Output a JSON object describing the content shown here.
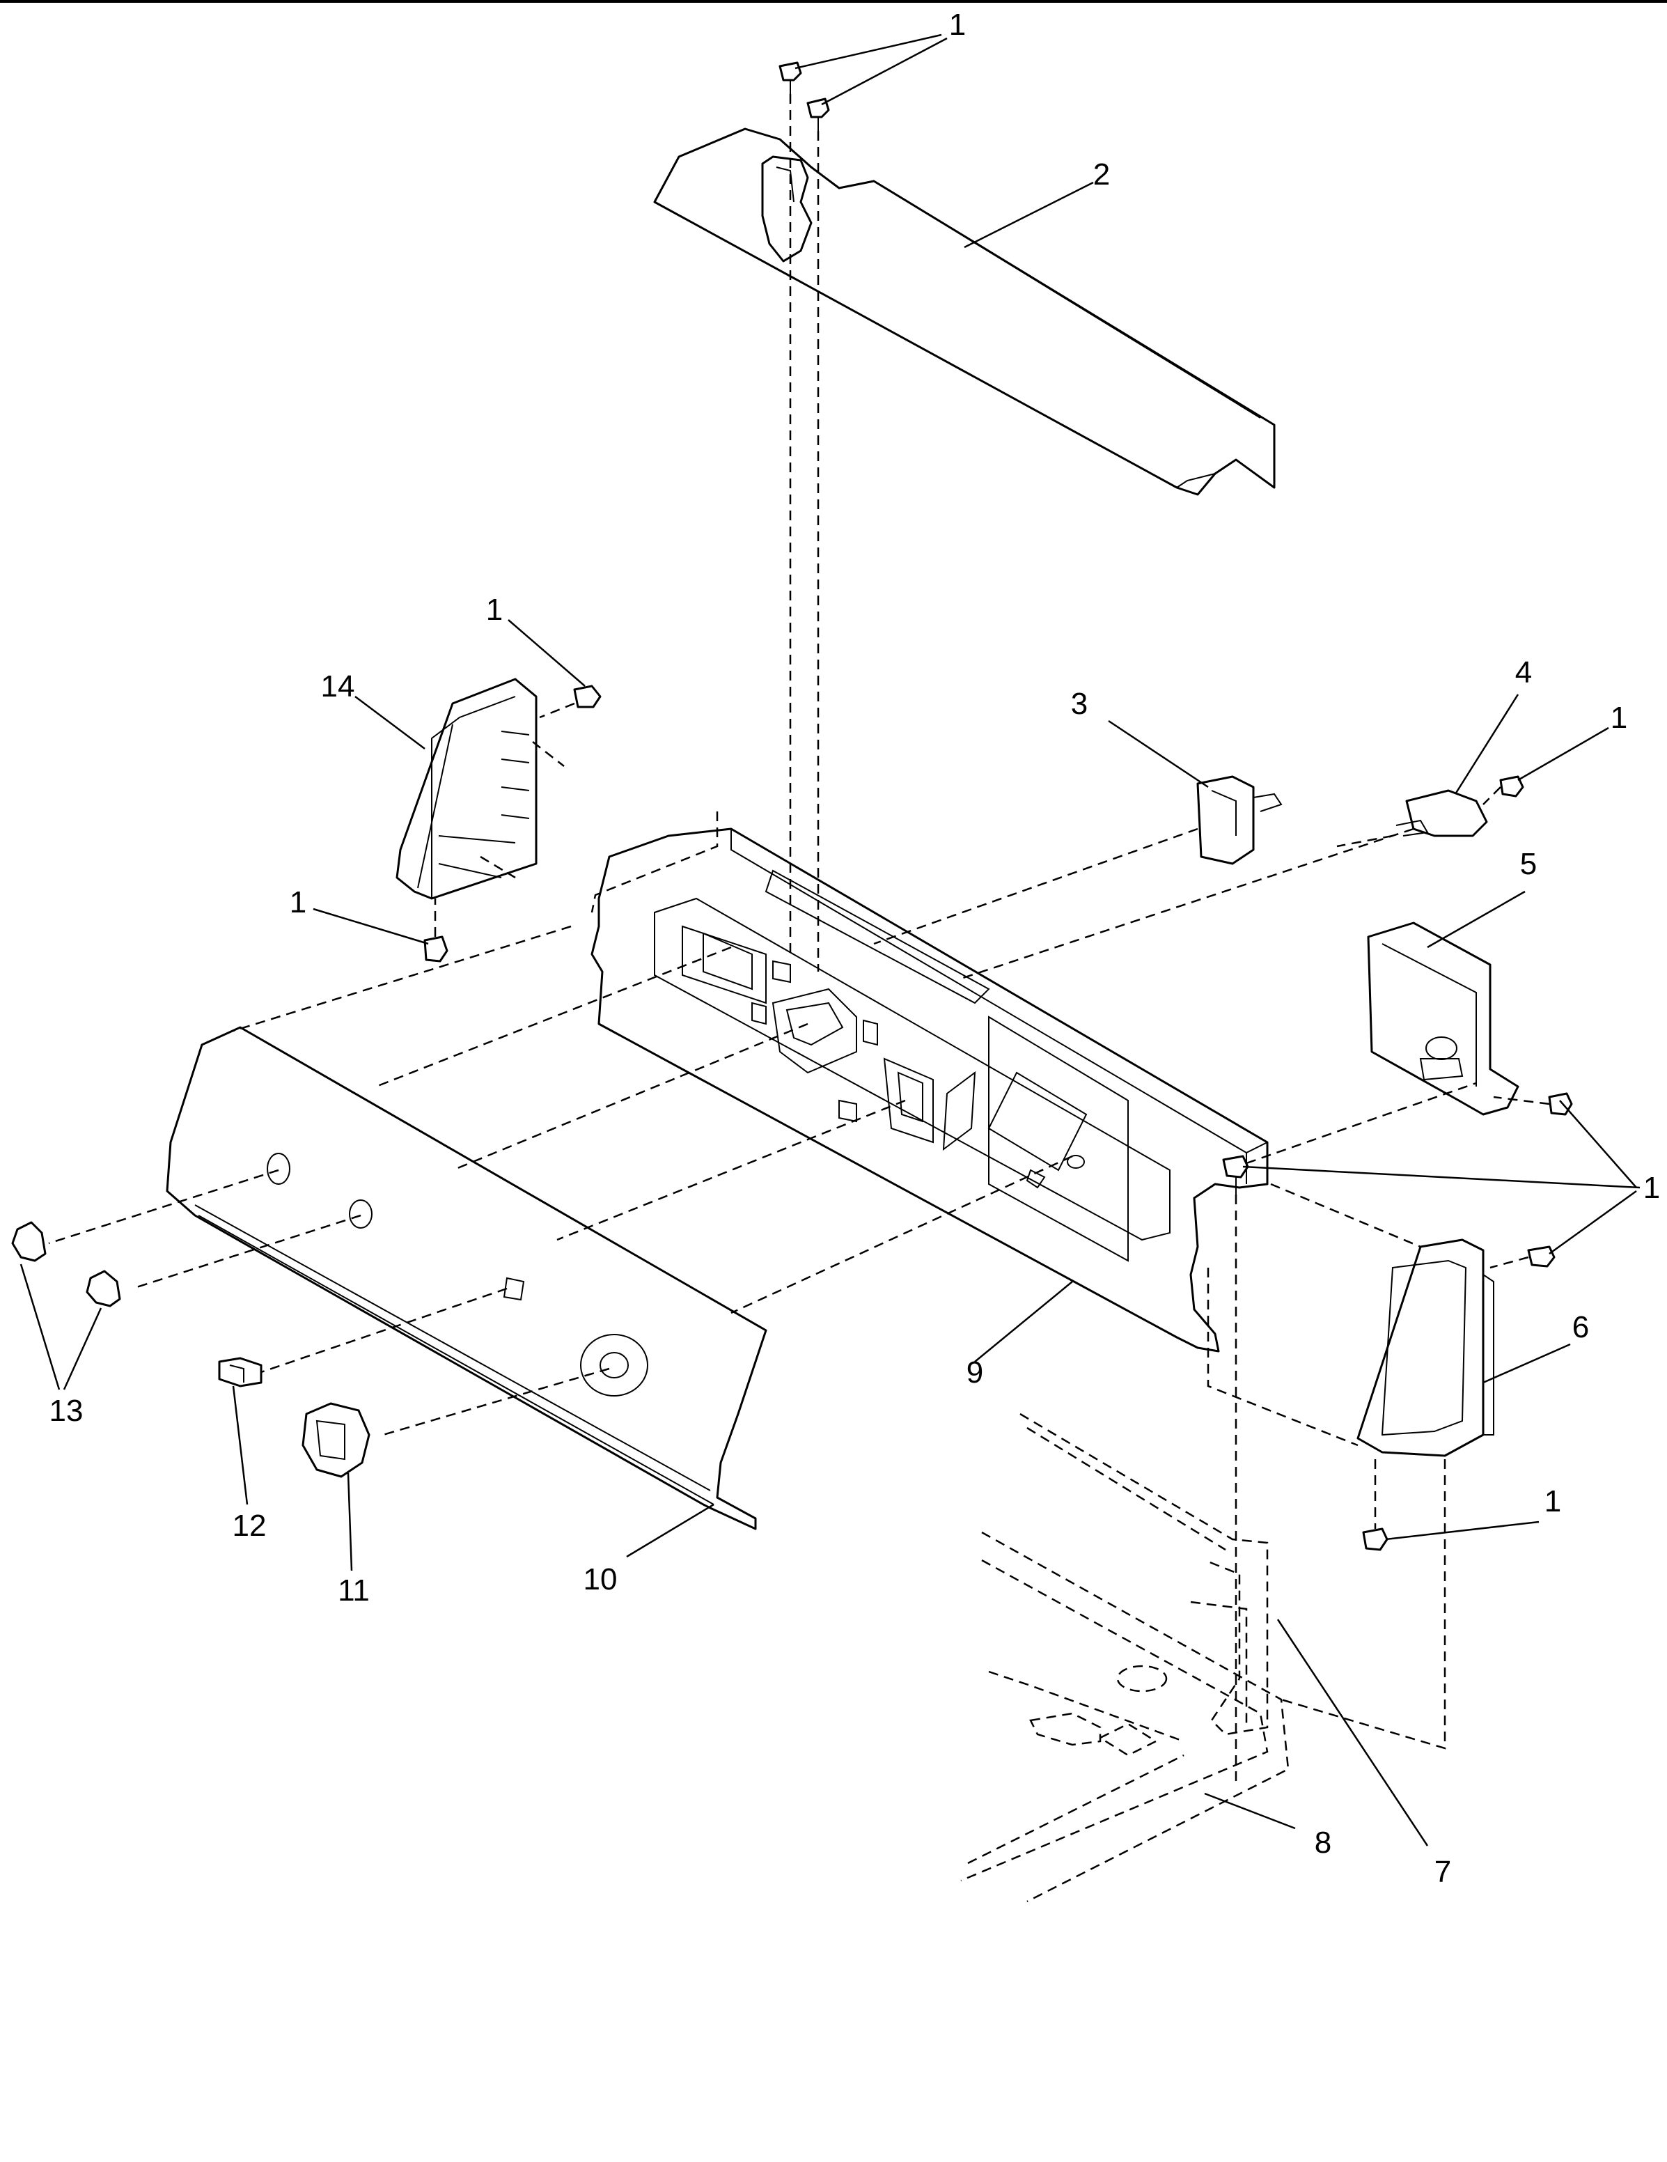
{
  "callouts": {
    "c1a": "1",
    "c2": "2",
    "c1b": "1",
    "c14": "14",
    "c3": "3",
    "c4": "4",
    "c1c": "1",
    "c1d": "1",
    "c5": "5",
    "c1e": "1",
    "c6": "6",
    "c9": "9",
    "c13": "13",
    "c12": "12",
    "c11": "11",
    "c10": "10",
    "c1f": "1",
    "c8": "8",
    "c7": "7"
  }
}
